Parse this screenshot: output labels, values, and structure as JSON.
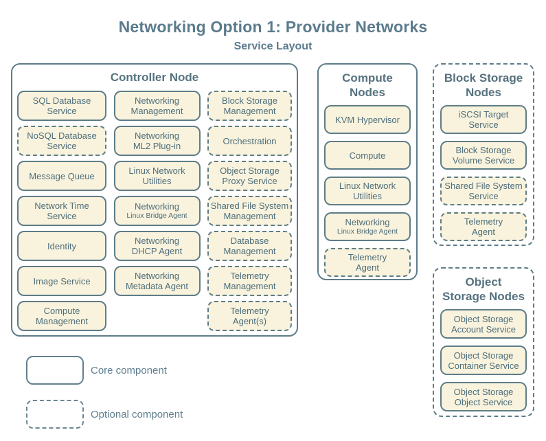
{
  "page": {
    "title": "Networking Option 1: Provider Networks",
    "subtitle": "Service Layout"
  },
  "colors": {
    "outline": "#5e7c88",
    "box_fill": "#f9f3dd",
    "box_text": "#4e6e7c",
    "heading_text": "#56727f",
    "title_text": "#5b7b8c"
  },
  "controller": {
    "title": "Controller Node",
    "cells": [
      {
        "label": "SQL Database\nService",
        "variant": "core"
      },
      {
        "label": "Networking\nManagement",
        "variant": "core"
      },
      {
        "label": "Block Storage\nManagement",
        "variant": "optional"
      },
      {
        "label": "NoSQL Database\nService",
        "variant": "optional"
      },
      {
        "label": "Networking\nML2 Plug-in",
        "variant": "core"
      },
      {
        "label": "Orchestration",
        "variant": "optional"
      },
      {
        "label": "Message Queue",
        "variant": "core"
      },
      {
        "label": "Linux Network\nUtilities",
        "variant": "core"
      },
      {
        "label": "Object Storage\nProxy Service",
        "variant": "optional"
      },
      {
        "label": "Network Time\nService",
        "variant": "core"
      },
      {
        "label": "Networking",
        "sub": "Linux Bridge Agent",
        "variant": "core"
      },
      {
        "label": "Shared File System\nManagement",
        "variant": "optional"
      },
      {
        "label": "Identity",
        "variant": "core"
      },
      {
        "label": "Networking\nDHCP Agent",
        "variant": "core"
      },
      {
        "label": "Database\nManagement",
        "variant": "optional"
      },
      {
        "label": "Image Service",
        "variant": "core"
      },
      {
        "label": "Networking\nMetadata Agent",
        "variant": "core"
      },
      {
        "label": "Telemetry\nManagement",
        "variant": "optional"
      },
      {
        "label": "Compute\nManagement",
        "variant": "core"
      },
      {
        "label": "",
        "empty": true
      },
      {
        "label": "Telemetry\nAgent(s)",
        "variant": "optional"
      }
    ]
  },
  "compute": {
    "title": "Compute\nNodes",
    "items": [
      {
        "label": "KVM Hypervisor",
        "variant": "core"
      },
      {
        "label": "Compute",
        "variant": "core"
      },
      {
        "label": "Linux Network\nUtilities",
        "variant": "core"
      },
      {
        "label": "Networking",
        "sub": "Linux Bridge Agent",
        "variant": "core"
      },
      {
        "label": "Telemetry\nAgent",
        "variant": "optional"
      }
    ]
  },
  "block_storage": {
    "title": "Block Storage\nNodes",
    "items": [
      {
        "label": "iSCSI Target\nService",
        "variant": "core"
      },
      {
        "label": "Block Storage\nVolume Service",
        "variant": "core"
      },
      {
        "label": "Shared File System\nService",
        "variant": "optional"
      },
      {
        "label": "Telemetry\nAgent",
        "variant": "optional"
      }
    ]
  },
  "object_storage": {
    "title": "Object\nStorage Nodes",
    "items": [
      {
        "label": "Object Storage\nAccount Service",
        "variant": "core"
      },
      {
        "label": "Object Storage\nContainer Service",
        "variant": "core"
      },
      {
        "label": "Object Storage\nObject Service",
        "variant": "core"
      }
    ]
  },
  "legend": {
    "items": [
      {
        "label": "Core component",
        "variant": "core"
      },
      {
        "label": "Optional component",
        "variant": "optional"
      }
    ]
  }
}
